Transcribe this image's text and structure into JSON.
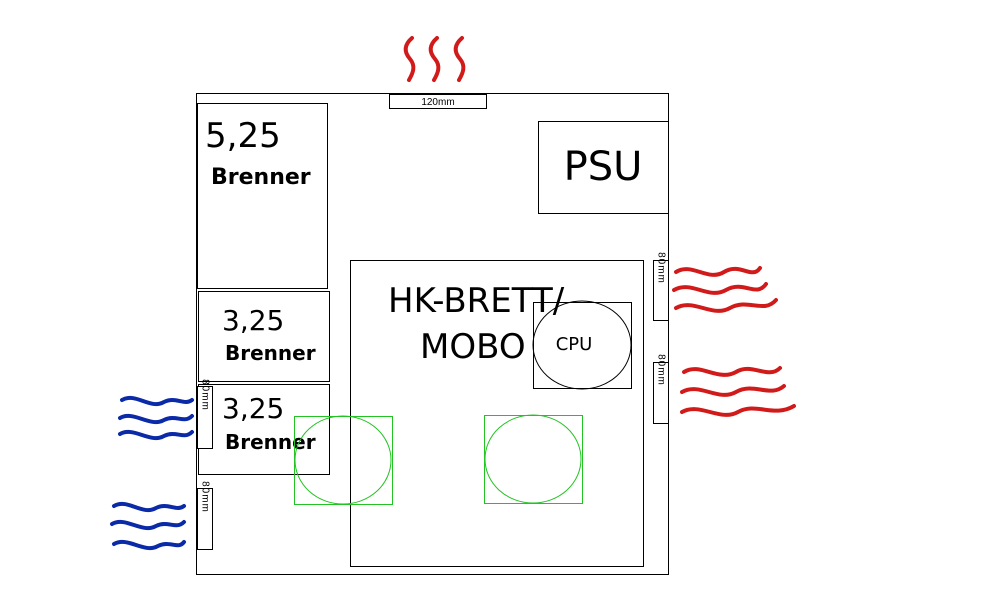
{
  "labels": {
    "drive_top_size": "5,25",
    "drive_top_name": "Brenner",
    "drive_mid_size": "3,25",
    "drive_mid_name": "Brenner",
    "drive_low_size": "3,25",
    "drive_low_name": "Brenner",
    "psu": "PSU",
    "mobo_line1": "HK-BRETT/",
    "mobo_line2": "MOBO",
    "cpu": "CPU"
  },
  "fans": {
    "top": "120mm",
    "right_upper": "80mm",
    "right_lower": "80mm",
    "left_upper": "80mm",
    "left_lower": "80mm"
  },
  "colors": {
    "outline": "#000000",
    "hot_air": "#d11a1a",
    "cool_air": "#0a2aa8",
    "gpu_fan": "#22c322"
  }
}
